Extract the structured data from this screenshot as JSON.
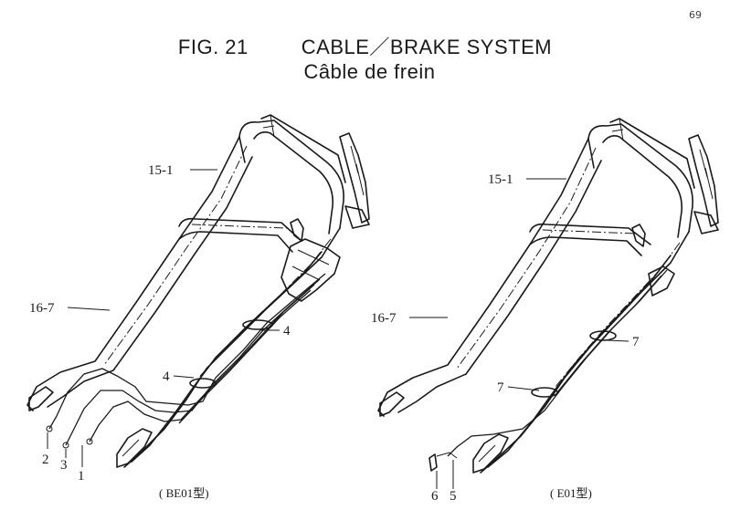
{
  "page_number": "69",
  "title": {
    "figure": "FIG. 21",
    "english": "CABLE／BRAKE SYSTEM",
    "french": "Câble de frein"
  },
  "left_diagram": {
    "variant": "( BE01型)",
    "callouts": [
      "15-1",
      "16-7",
      "4",
      "4",
      "2",
      "3",
      "1"
    ]
  },
  "right_diagram": {
    "variant": "( E01型)",
    "callouts": [
      "15-1",
      "16-7",
      "7",
      "7",
      "6",
      "5"
    ]
  }
}
